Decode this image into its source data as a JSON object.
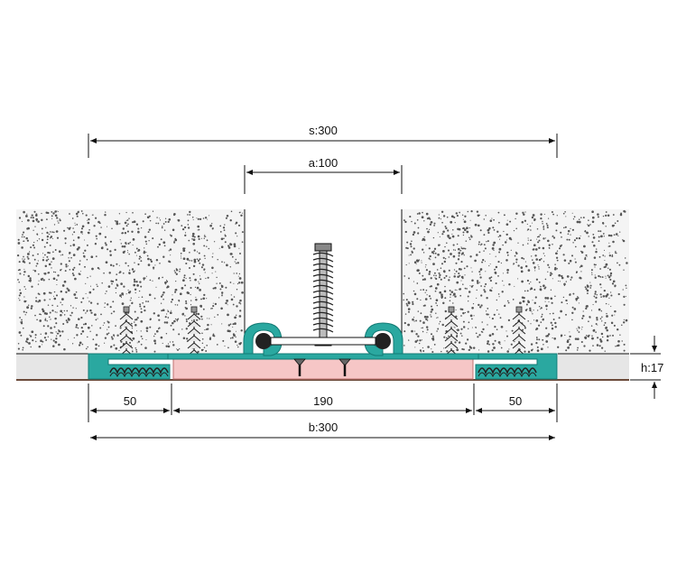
{
  "dimensions": {
    "s": "s:300",
    "a": "a:100",
    "left_flange": "50",
    "center_width": "190",
    "right_flange": "50",
    "b": "b:300",
    "h": "h:17"
  },
  "colors": {
    "profile": "#2aa8a0",
    "profile_dark": "#137a74",
    "insert": "#f6c6c6",
    "insert_border": "#c07070",
    "concrete_dot": "#555555",
    "base_layer": "#cfcfcf",
    "line": "#111111"
  }
}
